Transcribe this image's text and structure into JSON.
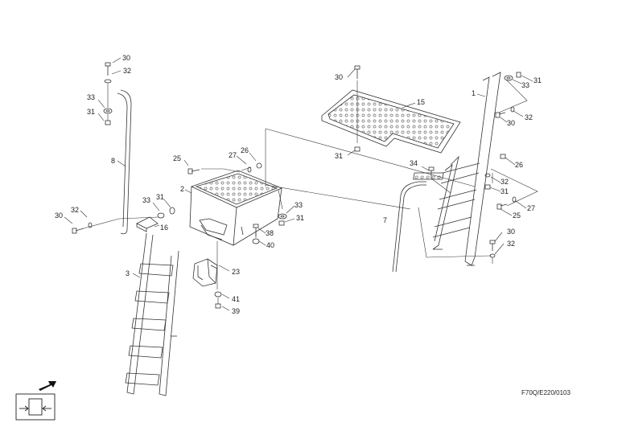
{
  "drawing_code": "F70Q/E220/0103",
  "callouts": {
    "c1": "1",
    "c2": "2",
    "c3": "3",
    "c7": "7",
    "c8": "8",
    "c15": "15",
    "c16": "16",
    "c23": "23",
    "c25a": "25",
    "c25b": "25",
    "c26a": "26",
    "c26b": "26",
    "c27a": "27",
    "c27b": "27",
    "c30a": "30",
    "c30b": "30",
    "c30c": "30",
    "c30d": "30",
    "c30e": "30",
    "c31a": "31",
    "c31b": "31",
    "c31c": "31",
    "c31d": "31",
    "c31e": "31",
    "c31f": "31",
    "c32a": "32",
    "c32b": "32",
    "c32c": "32",
    "c32d": "32",
    "c32e": "32",
    "c33a": "33",
    "c33b": "33",
    "c33c": "33",
    "c33d": "33",
    "c34": "34",
    "c38": "38",
    "c39": "39",
    "c40": "40",
    "c41": "41"
  }
}
